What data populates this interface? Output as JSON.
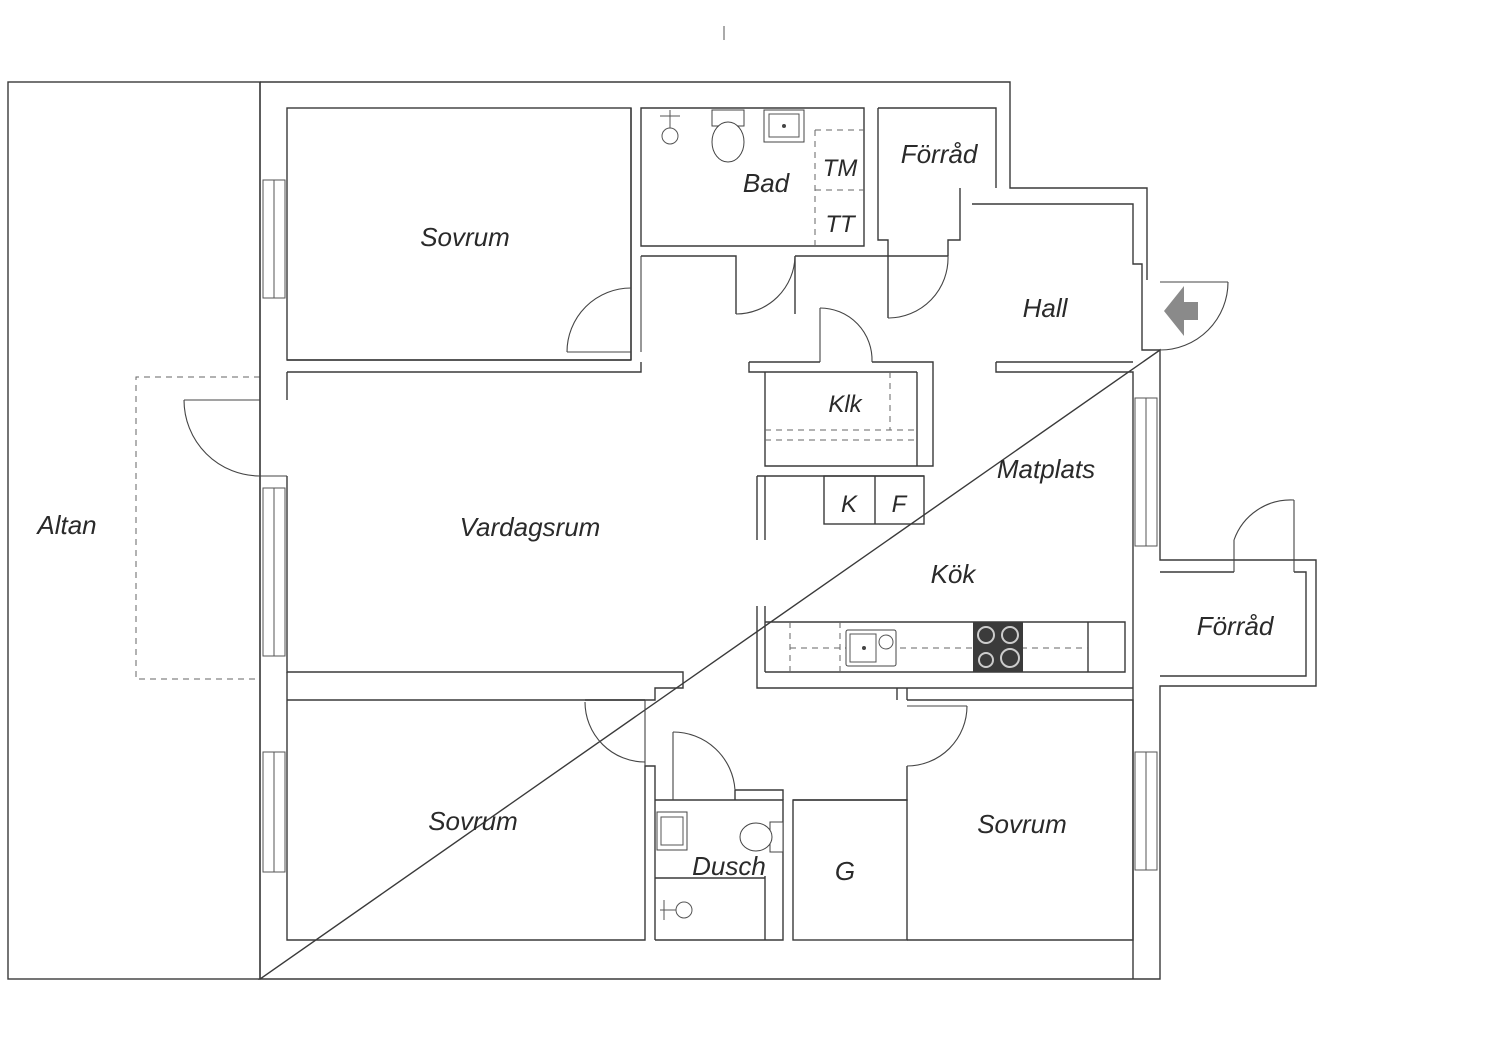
{
  "rooms": {
    "altan": "Altan",
    "sovrum_top": "Sovrum",
    "bad": "Bad",
    "tm": "TM",
    "tt": "TT",
    "forrad_top": "Förråd",
    "hall": "Hall",
    "klk": "Klk",
    "matplats": "Matplats",
    "k": "K",
    "f": "F",
    "vardagsrum": "Vardagsrum",
    "kok": "Kök",
    "forrad_right": "Förråd",
    "sovrum_bl": "Sovrum",
    "dusch": "Dusch",
    "g": "G",
    "sovrum_br": "Sovrum"
  },
  "colors": {
    "wall": "#3a3a3a",
    "stove": "#3b3b3b",
    "entrance_arrow": "#8a8a8a"
  },
  "icons": {
    "entrance": "entrance-arrow-icon",
    "stove": "stove-icon",
    "sink": "kitchen-sink-icon",
    "toilet": "toilet-icon",
    "shower": "shower-icon",
    "washbasin": "washbasin-icon"
  }
}
